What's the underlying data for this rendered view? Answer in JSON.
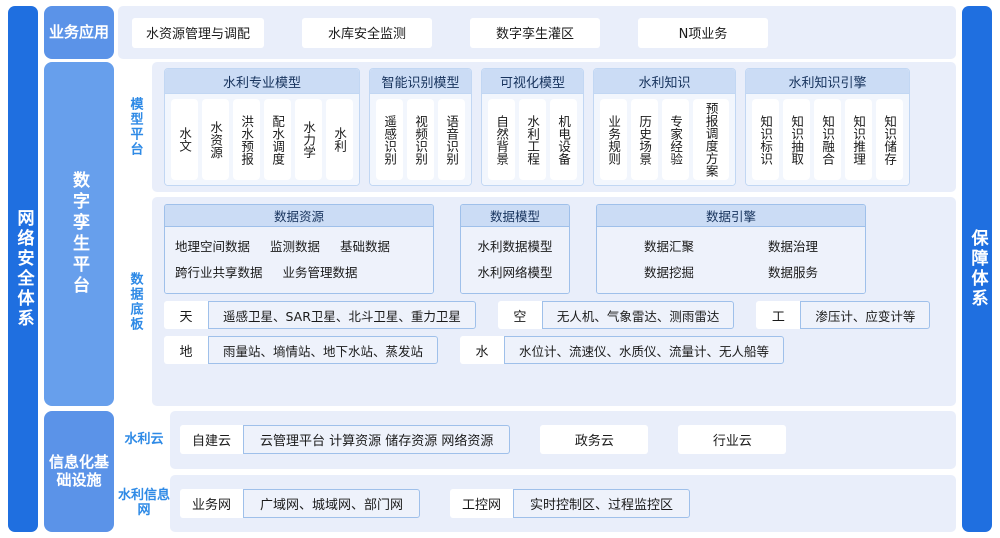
{
  "pillars": {
    "left": "网络安全体系",
    "right": "保障体系"
  },
  "bands": {
    "application": {
      "label": "业务应用",
      "chips": [
        "水资源管理与调配",
        "水库安全监测",
        "数字孪生灌区",
        "N项业务"
      ]
    },
    "twin": {
      "label": "数字孪生平台",
      "model_platform": {
        "label": "模型平台",
        "groups": [
          {
            "title": "水利专业模型",
            "items": [
              "水文",
              "水资源",
              "洪水预报",
              "配水调度",
              "水力学",
              "水利"
            ]
          },
          {
            "title": "智能识别模型",
            "items": [
              "遥感识别",
              "视频识别",
              "语音识别"
            ]
          },
          {
            "title": "可视化模型",
            "items": [
              "自然背景",
              "水利工程",
              "机电设备"
            ]
          },
          {
            "title": "水利知识",
            "items": [
              "业务规则",
              "历史场景",
              "专家经验",
              "预报调度方案"
            ]
          },
          {
            "title": "水利知识引擎",
            "items": [
              "知识标识",
              "知识抽取",
              "知识融合",
              "知识推理",
              "知识储存"
            ]
          }
        ]
      },
      "data_foundation": {
        "label": "数据底板",
        "groups": [
          {
            "title": "数据资源",
            "items": [
              "地理空间数据",
              "监测数据",
              "基础数据",
              "跨行业共享数据",
              "业务管理数据"
            ]
          },
          {
            "title": "数据模型",
            "items": [
              "水利数据模型",
              "水利网络模型"
            ]
          },
          {
            "title": "数据引擎",
            "items": [
              "数据汇聚",
              "数据治理",
              "数据挖掘",
              "数据服务"
            ]
          }
        ],
        "sensor_rows": [
          [
            {
              "key": "天",
              "value": "遥感卫星、SAR卫星、北斗卫星、重力卫星"
            },
            {
              "key": "空",
              "value": "无人机、气象雷达、测雨雷达"
            },
            {
              "key": "工",
              "value": "渗压计、应变计等"
            }
          ],
          [
            {
              "key": "地",
              "value": "雨量站、墒情站、地下水站、蒸发站"
            },
            {
              "key": "水",
              "value": "水位计、流速仪、水质仪、流量计、无人船等"
            }
          ]
        ]
      }
    },
    "infrastructure": {
      "label": "信息化基础设施",
      "rows": [
        {
          "label": "水利云",
          "pair": {
            "key": "自建云",
            "value": "云管理平台 计算资源 储存资源 网络资源"
          },
          "chips": [
            "政务云",
            "行业云"
          ]
        },
        {
          "label": "水利信息网",
          "pair": {
            "key": "业务网",
            "value": "广域网、城域网、部门网"
          },
          "pair2": {
            "key": "工控网",
            "value": "实时控制区、过程监控区"
          },
          "chips": []
        }
      ]
    }
  },
  "colors": {
    "pillar": "#1f6fe0",
    "band_label": "#5b93e8",
    "panel_bg": "#e9eefa",
    "group_header": "#cbdcf5",
    "group_border": "#9fc0ea",
    "accent_text": "#2e8ae6"
  }
}
